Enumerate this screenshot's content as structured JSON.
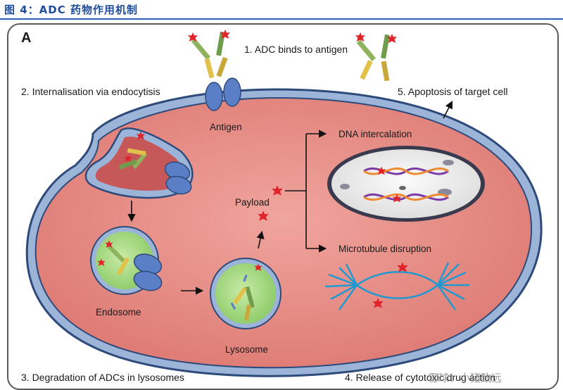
{
  "figure_title": "图 4：ADC 药物作用机制",
  "panel_label": "A",
  "steps": {
    "step1": "1. ADC binds to antigen",
    "step2": "2. Internalisation via endocytisis",
    "step3": "3. Degradation of ADCs in lysosomes",
    "step4": "4. Release of cytotoxic drug action",
    "step5": "5. Apoptosis of target cell"
  },
  "labels": {
    "antigen": "Antigen",
    "payload": "Payload",
    "endosome": "Endosome",
    "lysosome": "Lysosome",
    "dna": "DNA intercalation",
    "microtubule": "Microtubule disruption"
  },
  "watermark": "雪球：小猪致远",
  "colors": {
    "cell_fill": "#e0807a",
    "cell_border": "#2d4a7a",
    "cytoplasm_band": "#9bb4d8",
    "vesicle_green": "#a9d88a",
    "antigen_blue": "#5a7fc6",
    "payload_red": "#e0242a",
    "title_blue": "#1f4e9e"
  }
}
